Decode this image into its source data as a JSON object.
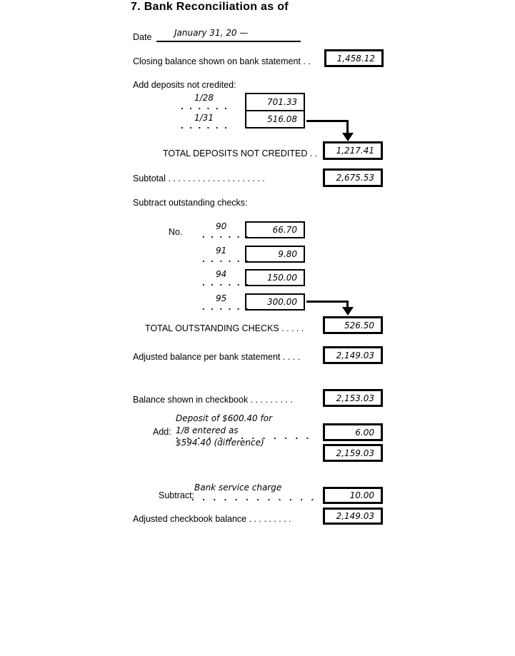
{
  "title": "7. Bank Reconciliation as of",
  "date_row": {
    "label": "Date",
    "value": "January 31, 20 —"
  },
  "closing_balance": {
    "label": "Closing balance shown on bank statement . .",
    "value": "1,458.12"
  },
  "deposits": {
    "heading": "Add deposits not credited:",
    "rows": [
      {
        "dots": ". . . . . .",
        "date": "1/28",
        "amount": "701.33"
      },
      {
        "dots": ". . . . . .",
        "date": "1/31",
        "amount": "516.08"
      }
    ],
    "total_label": "TOTAL DEPOSITS NOT CREDITED . .",
    "total_value": "1,217.41"
  },
  "subtotal": {
    "label": "Subtotal . . . . . . . . . . . . . . . . . . . .",
    "value": "2,675.53"
  },
  "checks": {
    "heading": "Subtract outstanding checks:",
    "no_label": "No.",
    "rows": [
      {
        "dots": ". . . . . .",
        "number": "90",
        "amount": "66.70"
      },
      {
        "dots": ". . . . . .",
        "number": "91",
        "amount": "9.80"
      },
      {
        "dots": ". . . . . .",
        "number": "94",
        "amount": "150.00"
      },
      {
        "dots": ". . . . . .",
        "number": "95",
        "amount": "300.00"
      }
    ],
    "total_label": "TOTAL OUTSTANDING CHECKS . . . . .",
    "total_value": "526.50"
  },
  "adjusted_bank": {
    "label": "Adjusted balance per bank statement  . . . .",
    "value": "2,149.03"
  },
  "checkbook_balance": {
    "label": "Balance shown in checkbook . . . . . . . . .",
    "value": "2,153.03"
  },
  "add_row": {
    "label": "Add:",
    "note_line1": "Deposit of $600.40 for",
    "note_line2": "1/8 entered as",
    "dots": ". . . . . . . . . . . . .",
    "note_line3": "$594.40 (difference)",
    "value": "6.00",
    "subtotal_value": "2,159.03"
  },
  "subtract_row": {
    "label": "Subtract:",
    "note": "Bank service charge",
    "dots": ". . . . . . . . . . . .",
    "value": "10.00"
  },
  "adjusted_checkbook": {
    "label": "Adjusted checkbook balance  . . . . . . . . .",
    "value": "2,149.03"
  }
}
